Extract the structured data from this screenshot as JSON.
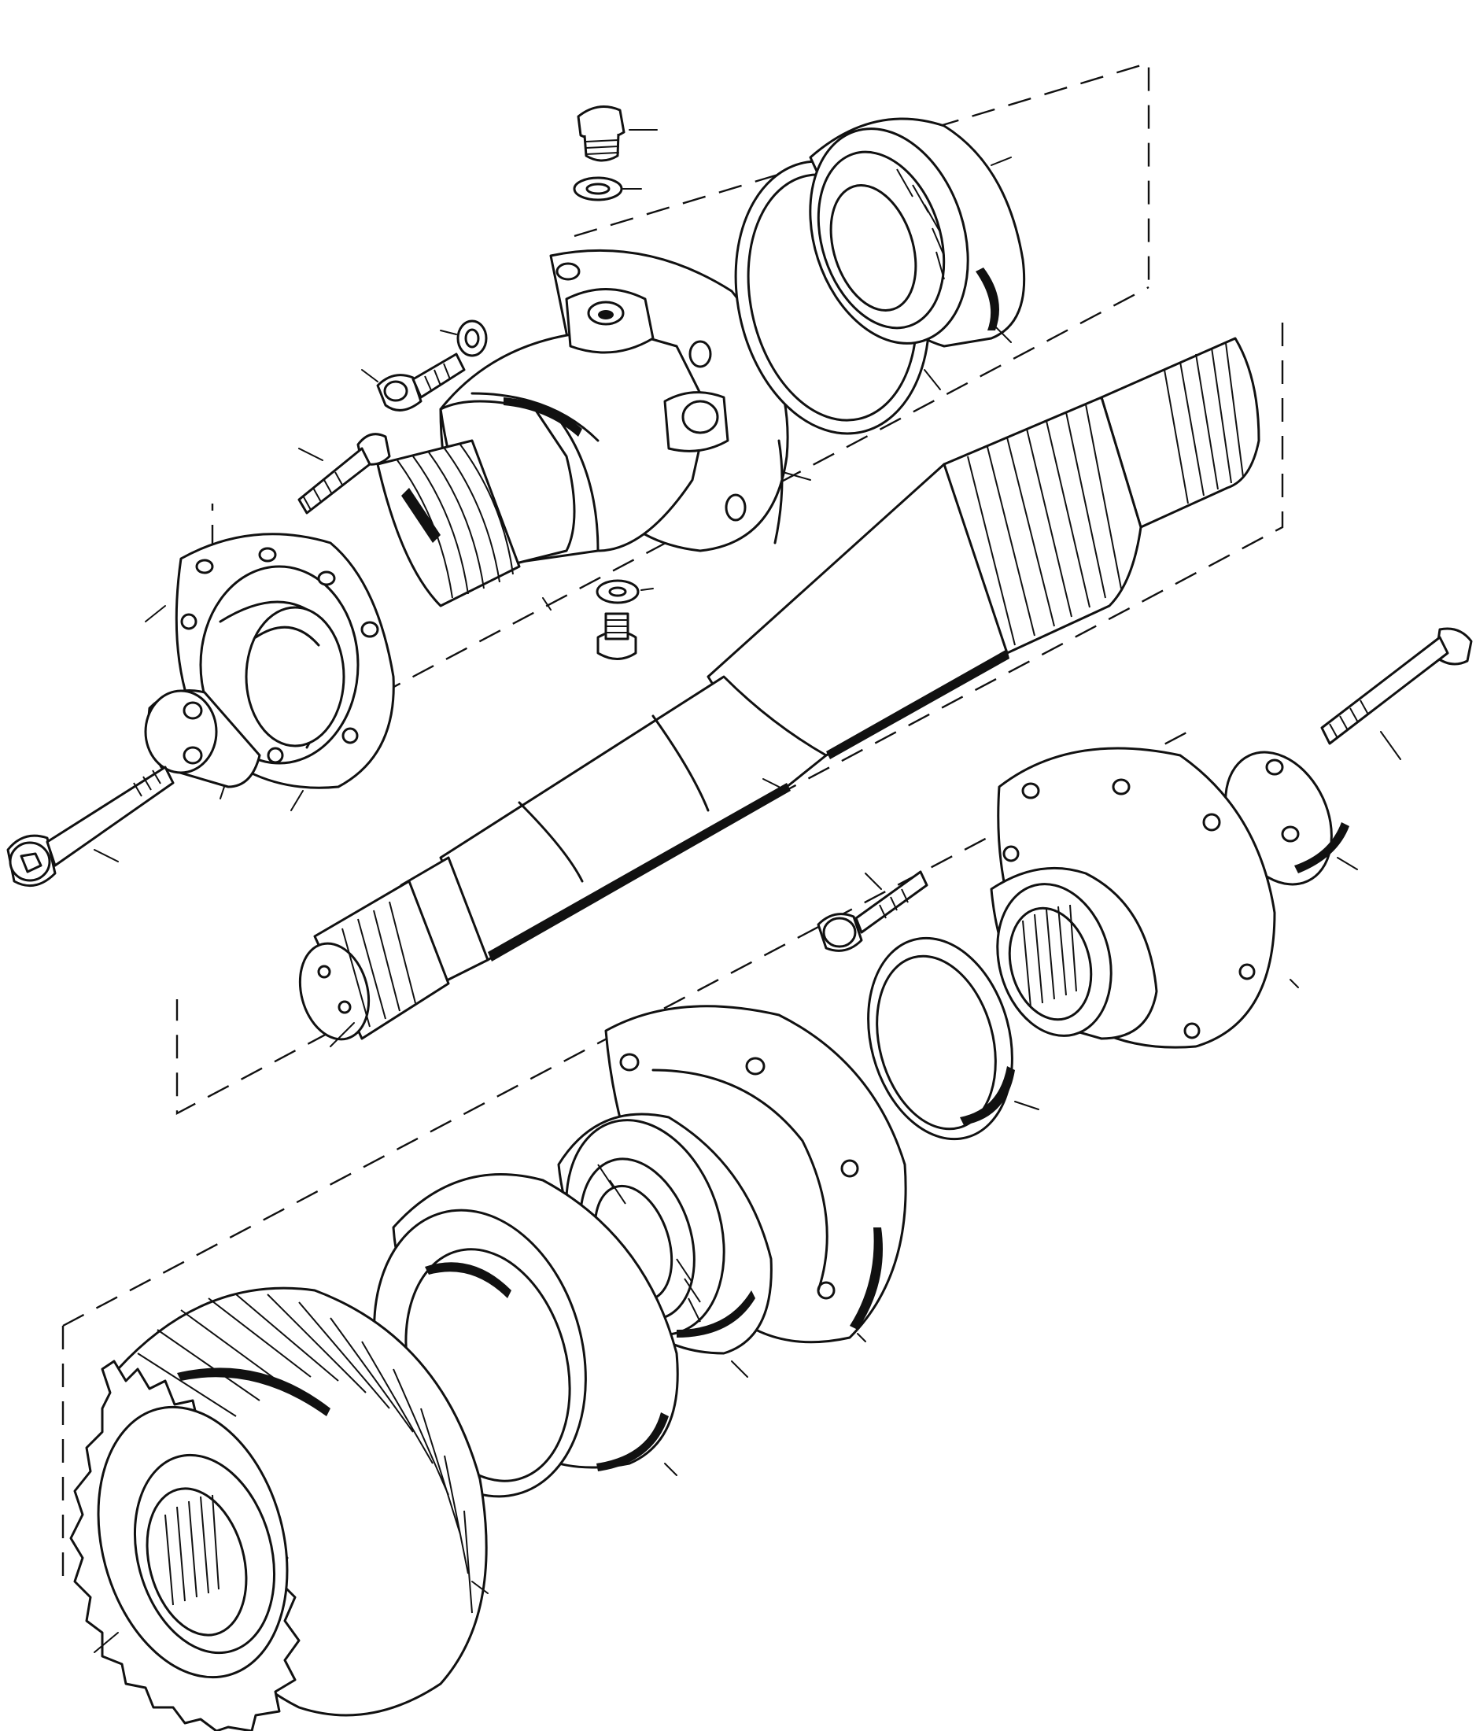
{
  "diagram": {
    "kind": "exploded-view",
    "parts": [
      "plug",
      "washer",
      "housing",
      "lock-washer",
      "cap-screw",
      "bolt",
      "flange",
      "retainer-plate",
      "long-cap-screw",
      "o-ring",
      "bearing-cup",
      "mainshaft",
      "bottom-washer",
      "bottom-bolt",
      "rear-bolt",
      "rear-plate",
      "rear-flange",
      "rear-bolt-small",
      "rear-seal",
      "bearing-carrier",
      "bearing-cone",
      "bearing-cup-lower",
      "gear"
    ]
  }
}
